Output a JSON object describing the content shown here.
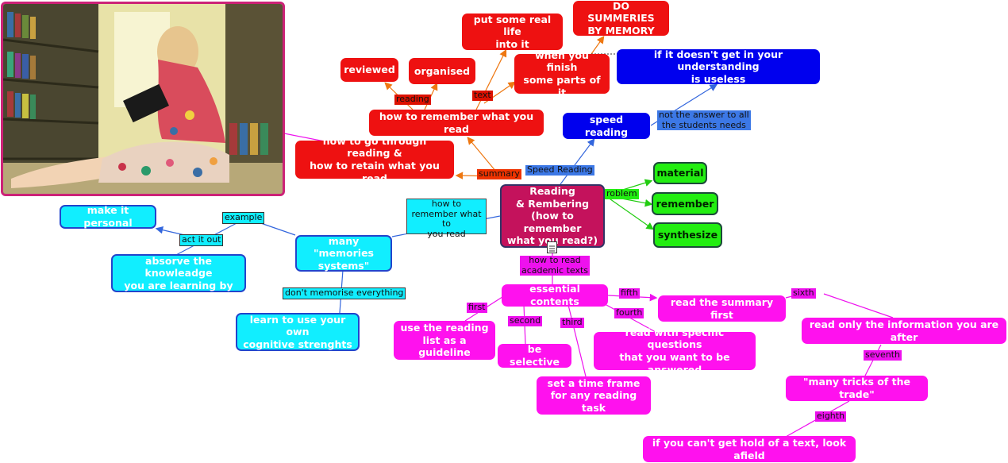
{
  "central": {
    "label": "Reading\n& Rembering\n(how to remember\nwhat you read?)"
  },
  "nodes": {
    "how_to_go_through": "how to go through reading &\nhow to retain what you read",
    "how_to_remember": "how to remember what you read",
    "reviewed": "reviewed",
    "organised": "organised",
    "put_real_life": "put some real life\ninto it",
    "do_summeries": "DO SUMMERIES\nBY MEMORY",
    "when_you_finish": "when you finish\nsome parts of it",
    "speed_reading": "speed reading",
    "if_not_understanding": "if it doesn't get in your understanding\nis useless",
    "material": "material",
    "remember": "remember",
    "synthesize": "synthesize",
    "many_memories": "many \"memories\nsystems\"",
    "make_it_personal": "make it personal",
    "absorve": "absorve the knowleadge\nyou are learning by",
    "learn_cognitive": "learn to use your own\ncognitive strenghts",
    "essential_contents": "essential contents",
    "use_reading_list": "use the reading\nlist as a guideline",
    "be_selective": "be selective",
    "set_time_frame": "set a time frame\nfor any reading task",
    "read_specific": "read with specific questions\nthat you want to be answered",
    "read_summary_first": "read the summary first",
    "read_only_info": "read only the information you are after",
    "many_tricks": "\"many tricks of the trade\"",
    "cant_get_hold": "if you can't get hold of a text, look afield"
  },
  "link_labels": {
    "reading": "reading",
    "text": "text",
    "summary": "summary",
    "speed_reading_lbl": "Speed Reading",
    "not_answer": "not the answer to all\nthe students needs",
    "problem": "roblem",
    "how_to_remember_what": "how to\nremember what to\nyou read",
    "example": "example",
    "act_it_out": "act it out",
    "dont_memorise": "don't memorise everything",
    "how_to_read_academic": "how to read\nacademic texts",
    "first": "first",
    "second": "second",
    "third": "third",
    "fourth": "fourth",
    "fifth": "fifth",
    "sixth": "sixth",
    "seventh": "seventh",
    "eighth": "eighth"
  },
  "colors": {
    "red": "#ee1111",
    "blue": "#0000ee",
    "green": "#22ee11",
    "cyan": "#11eeff",
    "magenta": "#ff11ee",
    "central": "#c4125c",
    "orange_line": "#ee7711",
    "blue_line": "#3366dd"
  },
  "image": {
    "subject": "woman-reading-in-library-photo"
  }
}
